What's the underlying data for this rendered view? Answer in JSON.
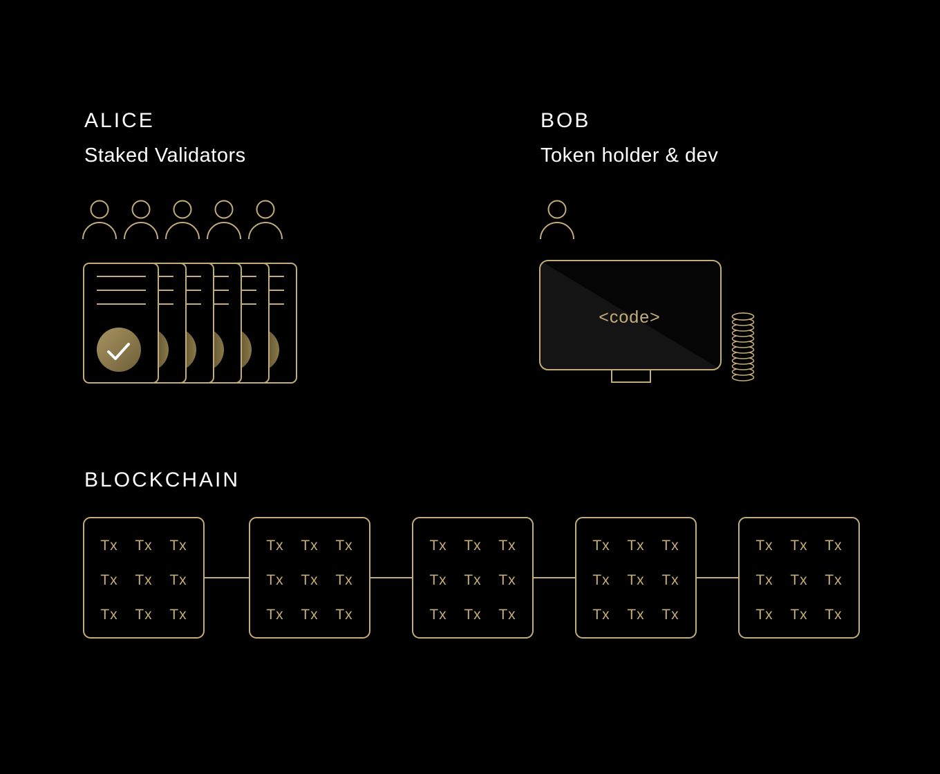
{
  "alice": {
    "name": "ALICE",
    "role": "Staked Validators",
    "validator_count": 5
  },
  "bob": {
    "name": "BOB",
    "role": "Token holder & dev",
    "code_label": "<code>"
  },
  "blockchain": {
    "title": "BLOCKCHAIN",
    "tx_label": "Tx",
    "block_count": 5,
    "tx_per_block": 9
  },
  "colors": {
    "background": "#000000",
    "text": "#ffffff",
    "accent_gold": "#c4ad78"
  },
  "icons": {
    "validator": "person-icon",
    "validated_check": "check-circle-icon",
    "developer_screen": "monitor-icon",
    "tokens": "coin-stack-icon"
  }
}
